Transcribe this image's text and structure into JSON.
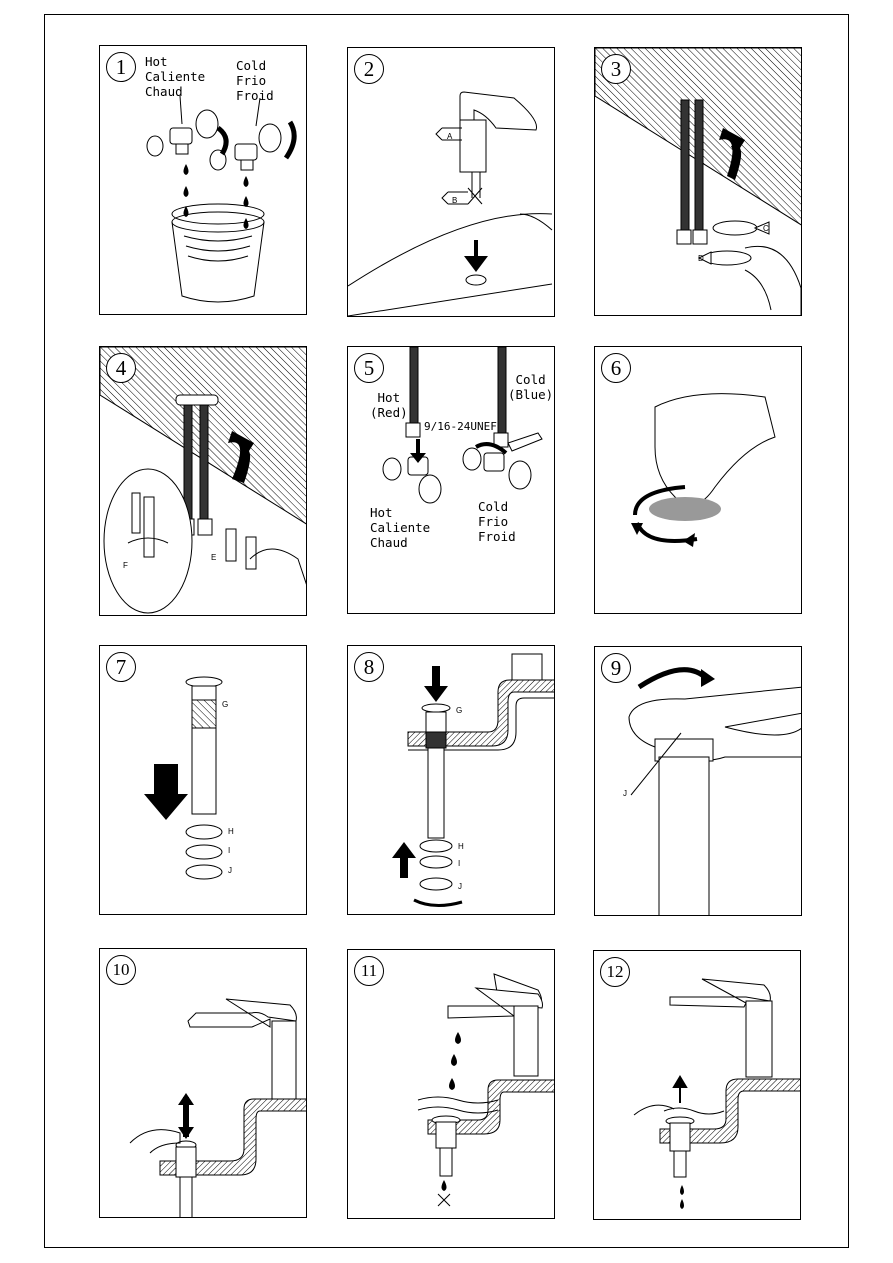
{
  "steps": [
    {
      "n": "1",
      "labels": {
        "hot": "Hot\nCaliente\nChaud",
        "cold": "Cold\nFrio\nFroid"
      }
    },
    {
      "n": "2",
      "tags": [
        "A",
        "B"
      ]
    },
    {
      "n": "3",
      "tags": [
        "C",
        "D"
      ]
    },
    {
      "n": "4",
      "tags": [
        "E",
        "F"
      ]
    },
    {
      "n": "5",
      "labels": {
        "hot_top": "Hot\n(Red)",
        "cold_top": "Cold\n(Blue)",
        "thread": "9/16-24UNEF",
        "hot_bottom": "Hot\nCaliente\nChaud",
        "cold_bottom": "Cold\nFrio\nFroid"
      }
    },
    {
      "n": "6"
    },
    {
      "n": "7",
      "tags": [
        "G",
        "H",
        "I",
        "J"
      ]
    },
    {
      "n": "8",
      "tags": [
        "G",
        "H",
        "I",
        "J"
      ]
    },
    {
      "n": "9",
      "tags": [
        "J"
      ]
    },
    {
      "n": "10"
    },
    {
      "n": "11"
    },
    {
      "n": "12"
    }
  ]
}
